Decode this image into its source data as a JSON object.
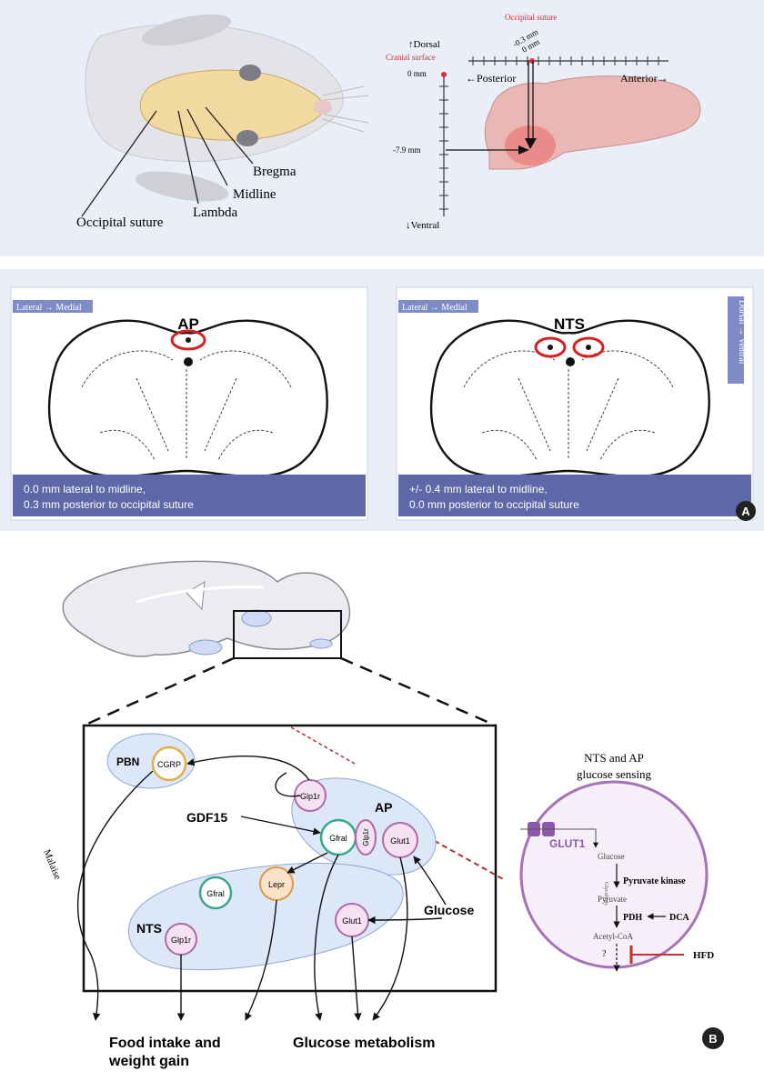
{
  "panel_top": {
    "mouse_labels": {
      "occipital": "Occipital suture",
      "lambda": "Lambda",
      "midline": "Midline",
      "bregma": "Bregma"
    },
    "brain_axes": {
      "dorsal": "Dorsal",
      "ventral": "Ventral",
      "cranial_surface": "Cranial surface",
      "zero_mm": "0 mm",
      "depth": "-7.9 mm",
      "occipital_suture": "Occipital suture",
      "offset_1": "-0.3 mm",
      "offset_2": "0 mm",
      "posterior": "Posterior",
      "anterior": "Anterior"
    }
  },
  "panel_a": {
    "badge": "A",
    "left": {
      "tag_lateral": "Lateral → Medial",
      "region": "AP",
      "caption_line1": "0.0 mm lateral to midline,",
      "caption_line2": "0.3 mm posterior to occipital suture"
    },
    "right": {
      "tag_lateral": "Lateral → Medial",
      "tag_dorsal": "Dorsal → Ventral",
      "region": "NTS",
      "caption_line1": "+/- 0.4 mm lateral to midline,",
      "caption_line2": "0.0 mm posterior to occipital suture"
    }
  },
  "panel_b": {
    "badge": "B",
    "nodes": {
      "pbn": "PBN",
      "cgrp": "CGRP",
      "ap": "AP",
      "nts": "NTS",
      "glp1r_ap": "Glp1r",
      "gfral_ap": "Gfral",
      "glp1r_vert": "Glp1r",
      "glut1_ap": "Glut1",
      "gfral_nts": "Gfral",
      "lepr": "Lepr",
      "glut1_nts": "Glut1",
      "glp1r_nts": "Glp1r"
    },
    "labels": {
      "gdf15": "GDF15",
      "glucose": "Glucose",
      "malaise": "Malaise",
      "food_line1": "Food intake and",
      "food_line2": "weight gain",
      "glucose_metabolism": "Glucose metabolism"
    },
    "sensing": {
      "title_line1": "NTS and AP",
      "title_line2": "glucose sensing",
      "glut1": "GLUT1",
      "glucose": "Glucose",
      "glycolysis": "Glycolysis",
      "pyruvate_kinase": "Pyruvate kinase",
      "pyruvate": "Pyruvate",
      "pdh": "PDH",
      "dca": "DCA",
      "acetyl_coa": "Acetyl-CoA",
      "unknown": "?",
      "hfd": "HFD"
    }
  }
}
